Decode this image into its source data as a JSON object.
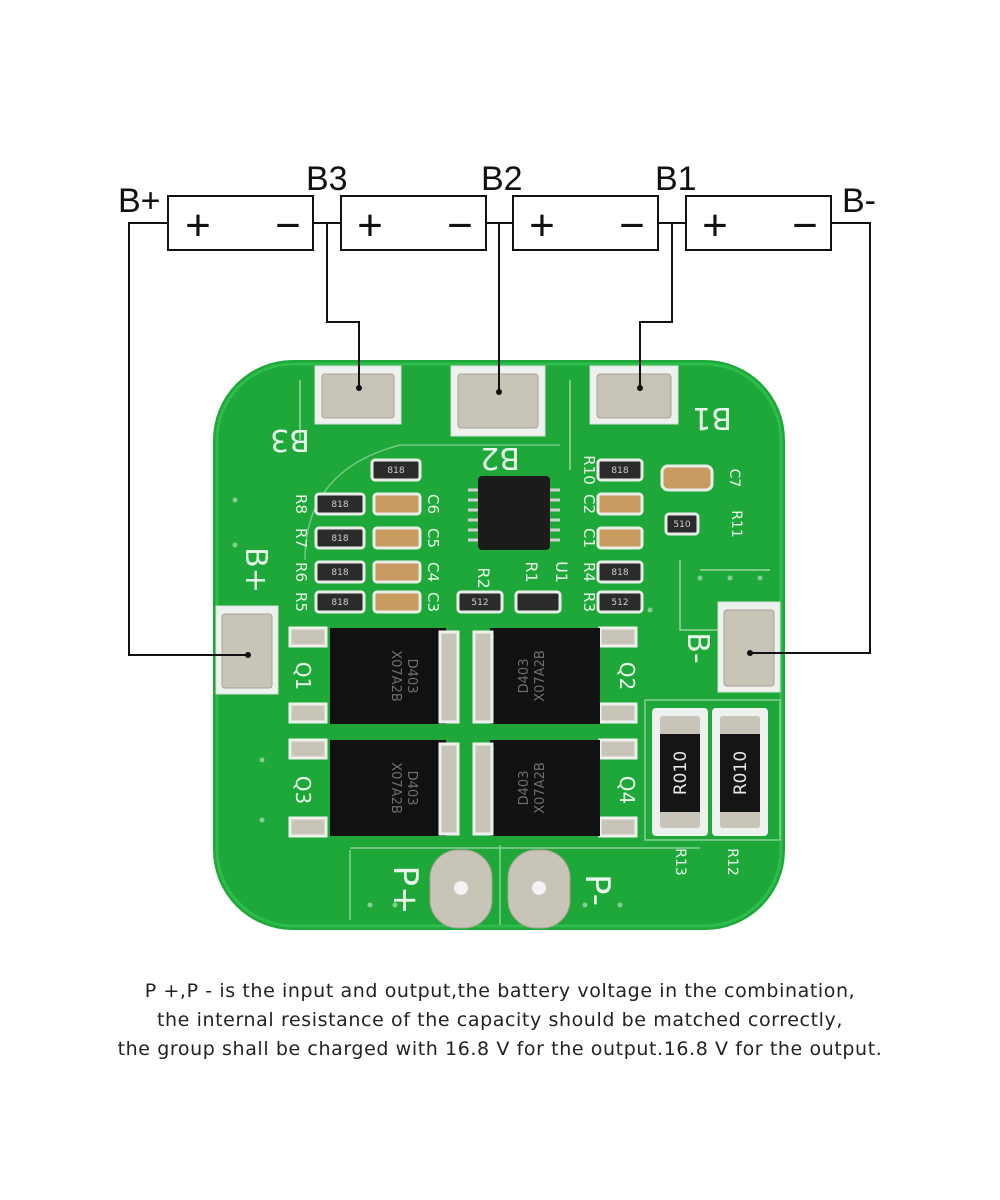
{
  "terminals": {
    "b_plus": "B+",
    "b3": "B3",
    "b2": "B2",
    "b1": "B1",
    "b_minus": "B-"
  },
  "cells": [
    {
      "pos": "+",
      "neg": "−"
    },
    {
      "pos": "+",
      "neg": "−"
    },
    {
      "pos": "+",
      "neg": "−"
    },
    {
      "pos": "+",
      "neg": "−"
    }
  ],
  "board": {
    "pad_b3": "B3",
    "pad_b2": "B2",
    "pad_b1": "B1",
    "pad_b_plus": "B+",
    "pad_b_minus": "B-",
    "pad_p_plus": "P+",
    "pad_p_minus": "P-",
    "q1": "Q1",
    "q2": "Q2",
    "q3": "Q3",
    "q4": "Q4",
    "mosfet_mark_1": "D403",
    "mosfet_mark_2": "X07A2B",
    "shunt_value": "R010",
    "r12": "R12",
    "r13": "R13",
    "r11": "R11",
    "c7": "C7",
    "u1": "U1",
    "r1": "R1",
    "r2": "R2",
    "left_labels": [
      "R8",
      "R7",
      "R6",
      "R5"
    ],
    "cap_left_labels": [
      "C6",
      "C5",
      "C4",
      "C3"
    ],
    "right_labels": [
      "R10",
      "C2",
      "C1",
      "R4",
      "R3"
    ],
    "resistor_code": "818",
    "r11_code": "510",
    "r_small_code": "512",
    "colors": {
      "pcb": "#1fa83a",
      "pcb_edge": "#178a2e",
      "pad": "#c9c4b8",
      "silk": "#e9f6ea"
    }
  },
  "caption": {
    "line1": "P  +,P  -  is the input and output,the battery voltage in the combination,",
    "line2": "the internal resistance of the capacity should be matched correctly,",
    "line3": "the group shall be charged with 16.8 V for the output.16.8 V for the output."
  }
}
